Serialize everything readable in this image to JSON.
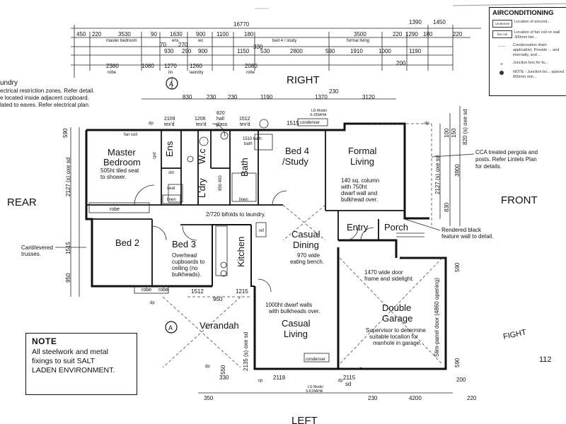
{
  "compass": {
    "top": "RIGHT",
    "left": "REAR",
    "right": "FRONT",
    "bottom": "LEFT"
  },
  "rooms": {
    "master": [
      "Master",
      "Bedroom"
    ],
    "ens": "Ens",
    "wc": "W.c",
    "bath": "Bath",
    "bed4": [
      "Bed 4",
      "/Study"
    ],
    "formal": [
      "Formal",
      "Living"
    ],
    "ldry": "L'dry",
    "bed2": "Bed 2",
    "bed3": "Bed 3",
    "kitchen": "Kitchen",
    "casual_dining": [
      "Casual",
      "Dining"
    ],
    "entry": "Entry",
    "porch": "Porch",
    "verandah": "Verandah",
    "casual_living": [
      "Casual",
      "Living"
    ],
    "garage": [
      "Double",
      "Garage"
    ]
  },
  "side_notes": {
    "laundry_title": "undry",
    "laundry_lines": [
      "ectrical restriction zones. Refer detail.",
      "e located inside adjacent cupboard.",
      "lated to eaves. Refer electrical plan."
    ],
    "cantilevered": [
      "Cantilevered",
      "trusses."
    ],
    "pergola": [
      "CCA treated pergola and",
      "posts. Refer Lintels Plan",
      "for details."
    ],
    "rendered": [
      "Rendered black",
      "feature wall to detail."
    ]
  },
  "room_notes": {
    "seat": [
      "505ht tiled seat",
      "to shower."
    ],
    "overhead": [
      "Overhead",
      "cupboards to",
      "ceiling (no",
      "bulkheads)."
    ],
    "column": [
      "140 sq. column",
      "with 750ht",
      "dwarf wall and",
      "bulkhead over."
    ],
    "bench": [
      "970 wide",
      "eating bench."
    ],
    "door_frame": [
      "1470 wide door",
      "frame and sidelight."
    ],
    "dwarf": [
      "1000ht dwarf walls",
      "with bulkheads over."
    ],
    "supervisor": [
      "Supervisor to determine",
      "suitable location for",
      "manhole in garage."
    ],
    "bifolds": "2/720 bifolds to laundry.",
    "slim_door": "Slim-panel door (4860 opening)"
  },
  "fixtures": {
    "fan_coil": "fan coil",
    "robe": "robe",
    "linen": "linen",
    "shr": "shr",
    "seat": "seat",
    "bath": "bath",
    "cpd": "cpd",
    "ref": "ref",
    "dp": "dp",
    "cp": "cp",
    "condenser": "condenser",
    "lg_top": [
      "LG Model",
      "S-J09AHA"
    ],
    "lg_bottom": [
      "LG Model",
      "S-K24AHA"
    ],
    "tex_lines": [
      "2109",
      "tex'd",
      "1206",
      "tex'd",
      "820",
      "hall",
      "glass",
      "1512",
      "tex'd"
    ]
  },
  "dimensions": {
    "overall_top": "16770",
    "row1": [
      "450",
      "220",
      "3530",
      "90",
      "1630",
      "900",
      "1100",
      "180",
      "3500",
      "220",
      "1290",
      "180"
    ],
    "row1_sub": [
      "master bedroom",
      "ens",
      "wc",
      "bed 4 / study",
      "formal living"
    ],
    "row2": [
      "70",
      "270",
      "930",
      "290",
      "900",
      "1150",
      "330",
      "530",
      "2800",
      "590",
      "1910",
      "1000",
      "1190"
    ],
    "row3": [
      "2380",
      "1080",
      "1270",
      "1260",
      "2080",
      "200"
    ],
    "row3_sub": [
      "robe",
      "lin",
      "laundry",
      "robe"
    ],
    "top_right": [
      "1390",
      "1450",
      "220"
    ],
    "row4": [
      "830",
      "230",
      "230",
      "1190",
      "1370",
      "230",
      "3120"
    ],
    "left": [
      "590",
      "2127 (s) oxe sd",
      "1515",
      "950"
    ],
    "right": [
      "2127 (s) oxe sd",
      "830",
      "590",
      "590",
      "100",
      "150",
      "3900",
      "820 (s) oxe sd"
    ],
    "mid": [
      "1512",
      "1215",
      "950",
      "850 400",
      "1510 bath",
      "1515"
    ],
    "bottom": [
      "350",
      "2135 (s) oxe sd",
      "2118",
      "2115",
      "sd",
      "230",
      "4200",
      "550",
      "330",
      "220",
      "200"
    ]
  },
  "note_box": {
    "title": "NOTE",
    "body": "All steelwork and metal\nfixings to suit SALT\nLADEN ENVIRONMENT."
  },
  "legend": {
    "title": "AIRCONDITIONING",
    "items": [
      {
        "sym": "condenser",
        "text": "Location of aircond..."
      },
      {
        "sym": "fan coil",
        "text": "Location of fan coil on wall 300mm bel..."
      },
      {
        "sym": "",
        "text": "Condensation drain applicable). Provide ... and internally, and ..."
      },
      {
        "sym": "",
        "text": "Junction box for fa..."
      },
      {
        "sym": "dot",
        "text": "NOTE - Junction bo... spaced 800mm min..."
      }
    ]
  },
  "margin_marks": {
    "scrawl": "FIGHT",
    "page": "112"
  }
}
